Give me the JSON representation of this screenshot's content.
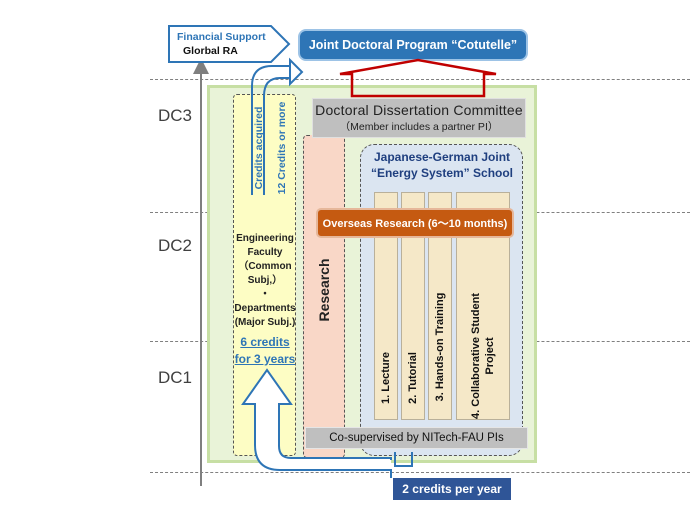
{
  "levels": [
    "DC3",
    "DC2",
    "DC1"
  ],
  "financial_support": {
    "line1": "Financial Support",
    "line2": "Glorbal RA"
  },
  "joint_program": "Joint Doctoral Program “Cotutelle”",
  "committee": {
    "title": "Doctoral Dissertation Committee",
    "note": "（Member includes a partner PI）"
  },
  "school": {
    "title_line1": "Japanese-German Joint",
    "title_line2": "“Energy System” School"
  },
  "overseas": "Overseas Research (6〜10 months)",
  "engineering": {
    "line1": "Engineering",
    "line2": "Faculty",
    "line3": "（Common",
    "line4": "Subj,）",
    "line5": "・",
    "line6": "Departments",
    "line7": "(Major Subj.)"
  },
  "six_credits": {
    "line1": "6 credits",
    "line2": "for 3 years"
  },
  "credits_acquired": "Credits acquired",
  "twelve_credits": "12 Credits or more",
  "research": "Research",
  "courses": {
    "lecture": "1. Lecture",
    "tutorial": "2. Tutorial",
    "hands_on": "3. Hands-on Training",
    "collab_line1": "4. Collaborative Student",
    "collab_line2": "Project"
  },
  "cosupervised": "Co-supervised by NITech-FAU PIs",
  "two_credits": "2 credits per year",
  "colors": {
    "accent_blue": "#2e75b6",
    "dark_blue": "#2f5597",
    "orange": "#c55a11",
    "red_arrow": "#c00000",
    "outer_green": "#e9f3d8",
    "engineering_yellow": "#fdfdc4",
    "research_pink": "#f9d7c7",
    "school_blue": "#dbe5f1",
    "course_tan": "#f5e8c8"
  }
}
